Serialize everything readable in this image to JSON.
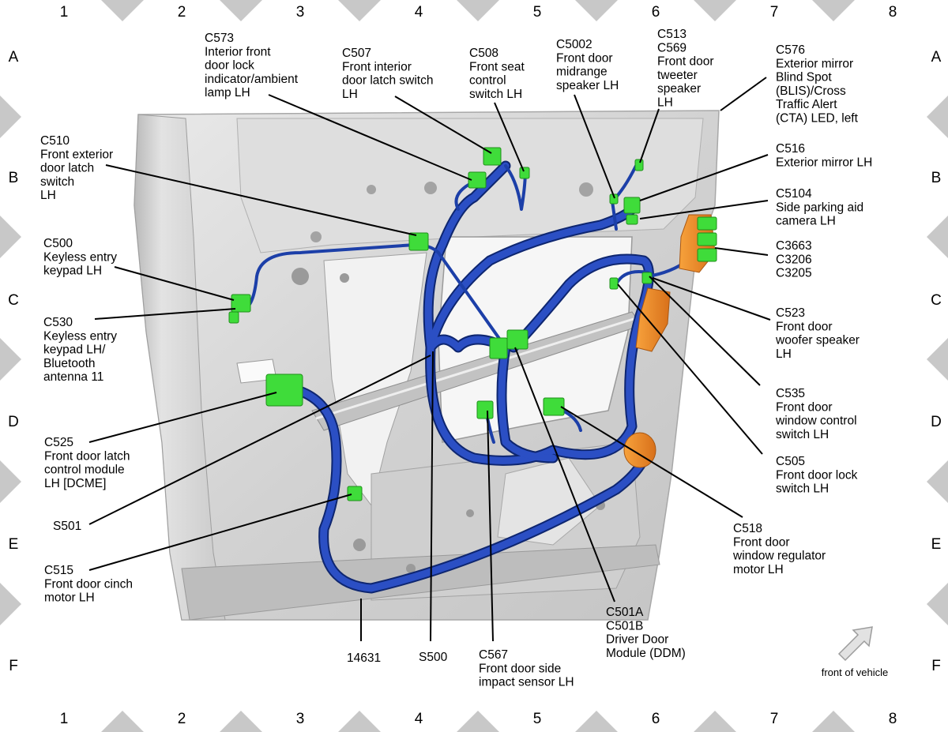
{
  "grid": {
    "columns": [
      "1",
      "2",
      "3",
      "4",
      "5",
      "6",
      "7",
      "8"
    ],
    "rows": [
      "A",
      "B",
      "C",
      "D",
      "E",
      "F"
    ]
  },
  "callouts": [
    {
      "id": "c573",
      "lines": [
        "C573",
        "Interior front",
        "door lock",
        "indicator/ambient",
        "lamp LH"
      ]
    },
    {
      "id": "c507",
      "lines": [
        "C507",
        "Front interior",
        "door latch switch",
        "LH"
      ]
    },
    {
      "id": "c508",
      "lines": [
        "C508",
        "Front seat",
        "control",
        "switch LH"
      ]
    },
    {
      "id": "c5002",
      "lines": [
        "C5002",
        "Front door",
        "midrange",
        "speaker LH"
      ]
    },
    {
      "id": "c513",
      "lines": [
        "C513",
        "C569",
        "Front door",
        "tweeter",
        "speaker",
        "LH"
      ]
    },
    {
      "id": "c576",
      "lines": [
        "C576",
        "Exterior mirror",
        "Blind Spot",
        "(BLIS)/Cross",
        "Traffic Alert",
        "(CTA) LED, left"
      ]
    },
    {
      "id": "c510",
      "lines": [
        "C510",
        "Front exterior",
        "door latch",
        "switch",
        "LH"
      ]
    },
    {
      "id": "c516",
      "lines": [
        "C516",
        "Exterior mirror LH"
      ]
    },
    {
      "id": "c5104",
      "lines": [
        "C5104",
        "Side parking aid",
        "camera LH"
      ]
    },
    {
      "id": "c500",
      "lines": [
        "C500",
        "Keyless entry",
        "keypad LH"
      ]
    },
    {
      "id": "c3663",
      "lines": [
        "C3663",
        "C3206",
        "C3205"
      ]
    },
    {
      "id": "c530",
      "lines": [
        "C530",
        "Keyless entry",
        "keypad LH/",
        "Bluetooth",
        "antenna 11"
      ]
    },
    {
      "id": "c523",
      "lines": [
        "C523",
        "Front door",
        "woofer speaker",
        "LH"
      ]
    },
    {
      "id": "c535",
      "lines": [
        "C535",
        "Front door",
        "window control",
        "switch LH"
      ]
    },
    {
      "id": "c525",
      "lines": [
        "C525",
        "Front door latch",
        "control module",
        "LH [DCME]"
      ]
    },
    {
      "id": "c505",
      "lines": [
        "C505",
        "Front door lock",
        "switch LH"
      ]
    },
    {
      "id": "s501",
      "lines": [
        "S501"
      ]
    },
    {
      "id": "c518",
      "lines": [
        "C518",
        "Front door",
        "window regulator",
        "motor LH"
      ]
    },
    {
      "id": "c515",
      "lines": [
        "C515",
        "Front door cinch",
        "motor LH"
      ]
    },
    {
      "id": "c501",
      "lines": [
        "C501A",
        "C501B",
        "Driver Door",
        "Module (DDM)"
      ]
    },
    {
      "id": "h14631",
      "lines": [
        "14631"
      ]
    },
    {
      "id": "s500",
      "lines": [
        "S500"
      ]
    },
    {
      "id": "c567",
      "lines": [
        "C567",
        "Front door side",
        "impact sensor LH"
      ]
    }
  ],
  "front_of_vehicle": "front of vehicle",
  "colors": {
    "harness": "#1c3fa8",
    "connector": "#3fdc3a",
    "orange_part": "#f08a1e",
    "door_panel": "#d7d7d7",
    "grid_marker": "#c8c8c8"
  }
}
